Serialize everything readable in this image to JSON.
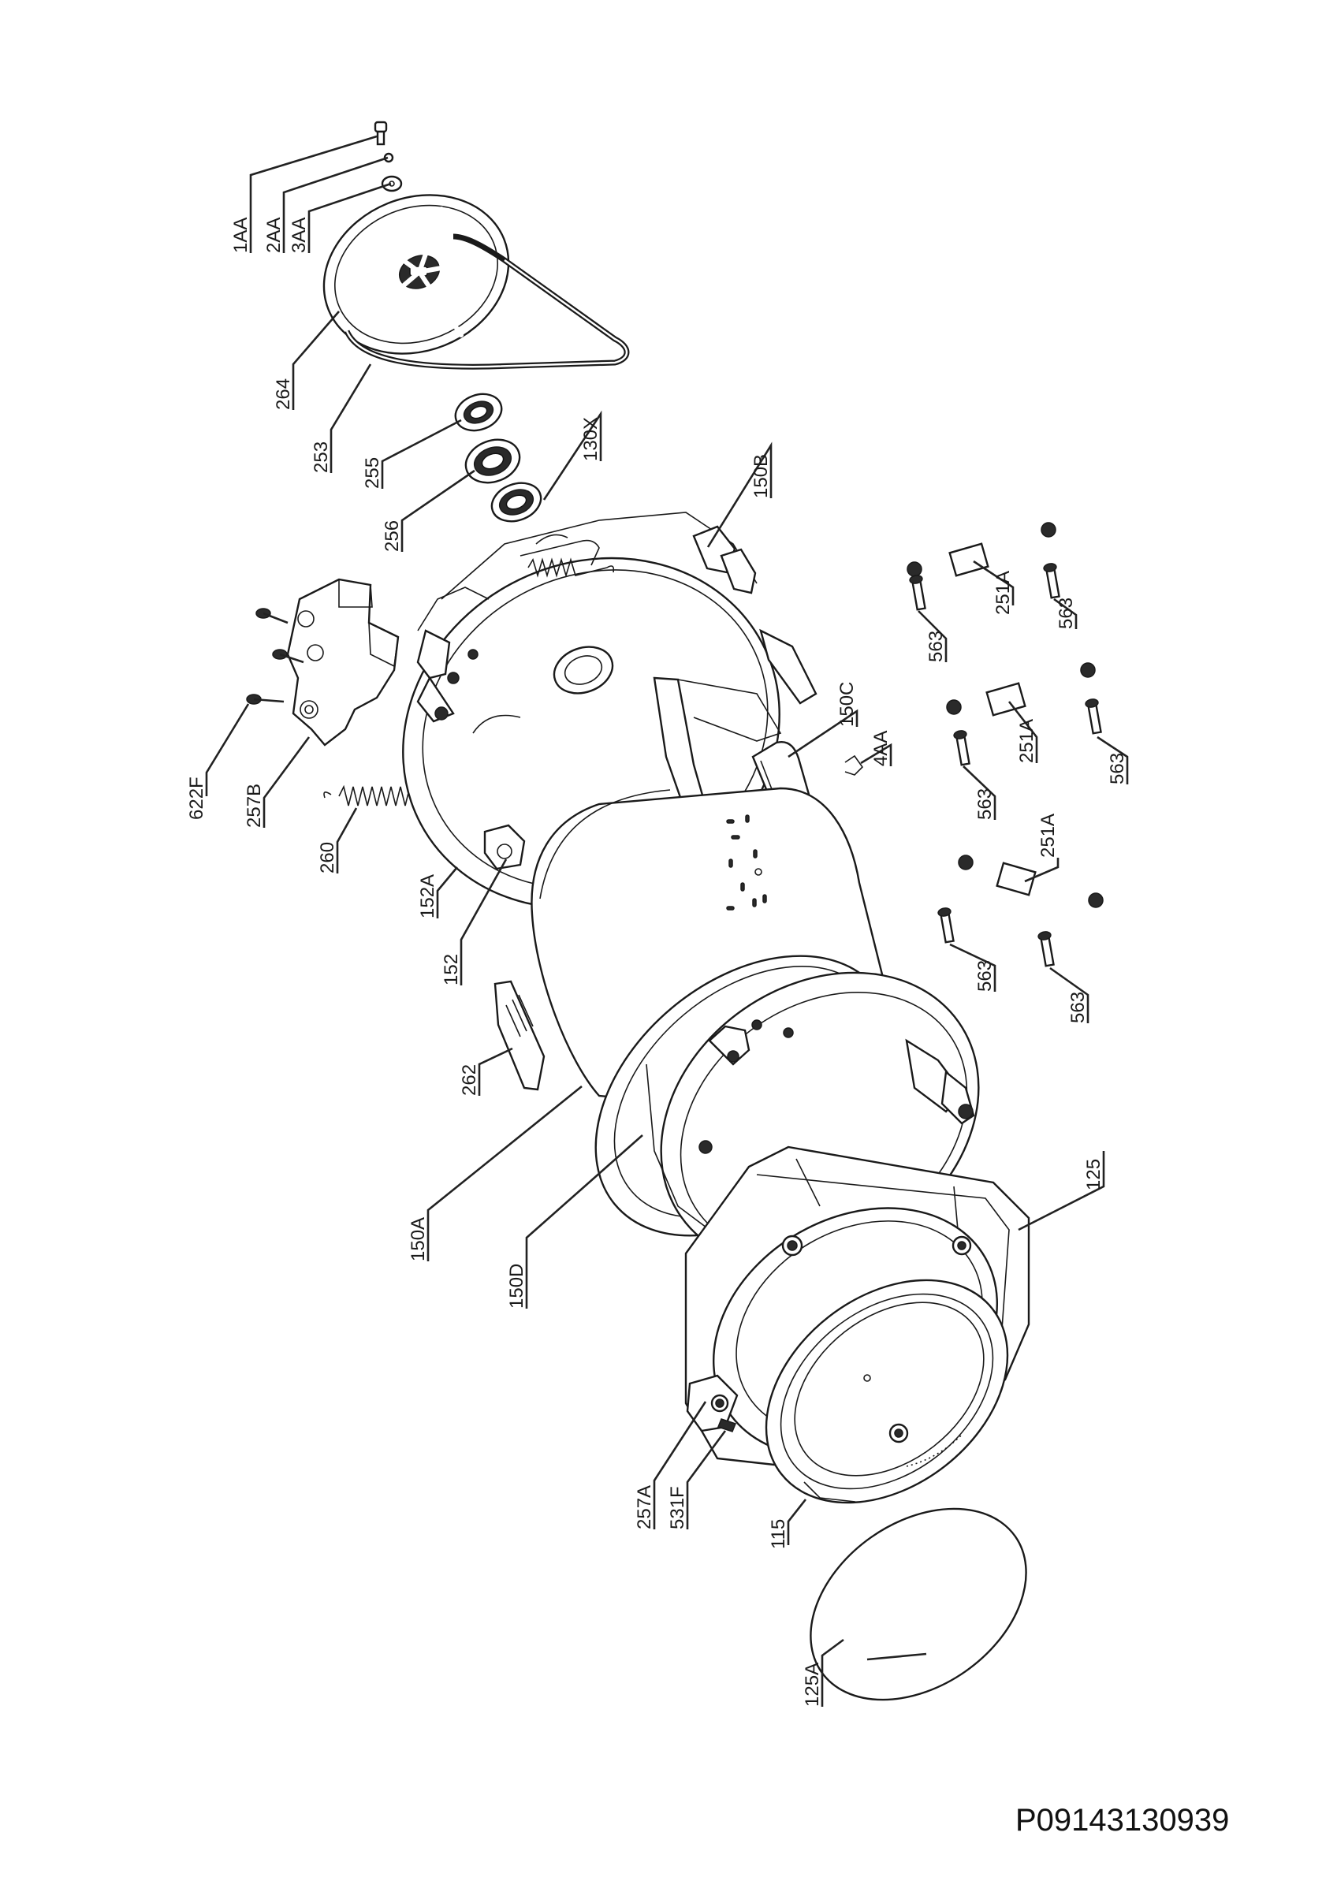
{
  "figure": {
    "drawing_reference": "P09143130939"
  },
  "callouts": [
    {
      "id": "1AA",
      "text": "1AA"
    },
    {
      "id": "2AA",
      "text": "2AA"
    },
    {
      "id": "3AA",
      "text": "3AA"
    },
    {
      "id": "264",
      "text": "264"
    },
    {
      "id": "253",
      "text": "253"
    },
    {
      "id": "255",
      "text": "255"
    },
    {
      "id": "256",
      "text": "256"
    },
    {
      "id": "130X",
      "text": "130X"
    },
    {
      "id": "150B",
      "text": "150B"
    },
    {
      "id": "150C",
      "text": "150C"
    },
    {
      "id": "4AA",
      "text": "4AA"
    },
    {
      "id": "622F",
      "text": "622F"
    },
    {
      "id": "257B",
      "text": "257B"
    },
    {
      "id": "260",
      "text": "260"
    },
    {
      "id": "152A",
      "text": "152A"
    },
    {
      "id": "152",
      "text": "152"
    },
    {
      "id": "262",
      "text": "262"
    },
    {
      "id": "150A",
      "text": "150A"
    },
    {
      "id": "150D",
      "text": "150D"
    },
    {
      "id": "125",
      "text": "125"
    },
    {
      "id": "257A",
      "text": "257A"
    },
    {
      "id": "531F",
      "text": "531F"
    },
    {
      "id": "115",
      "text": "115"
    },
    {
      "id": "125A",
      "text": "125A"
    },
    {
      "id": "251A-1",
      "text": "251A"
    },
    {
      "id": "251A-2",
      "text": "251A"
    },
    {
      "id": "251A-3",
      "text": "251A"
    },
    {
      "id": "563-1",
      "text": "563"
    },
    {
      "id": "563-2",
      "text": "563"
    },
    {
      "id": "563-3",
      "text": "563"
    },
    {
      "id": "563-4",
      "text": "563"
    },
    {
      "id": "563-5",
      "text": "563"
    },
    {
      "id": "563-6",
      "text": "563"
    }
  ]
}
